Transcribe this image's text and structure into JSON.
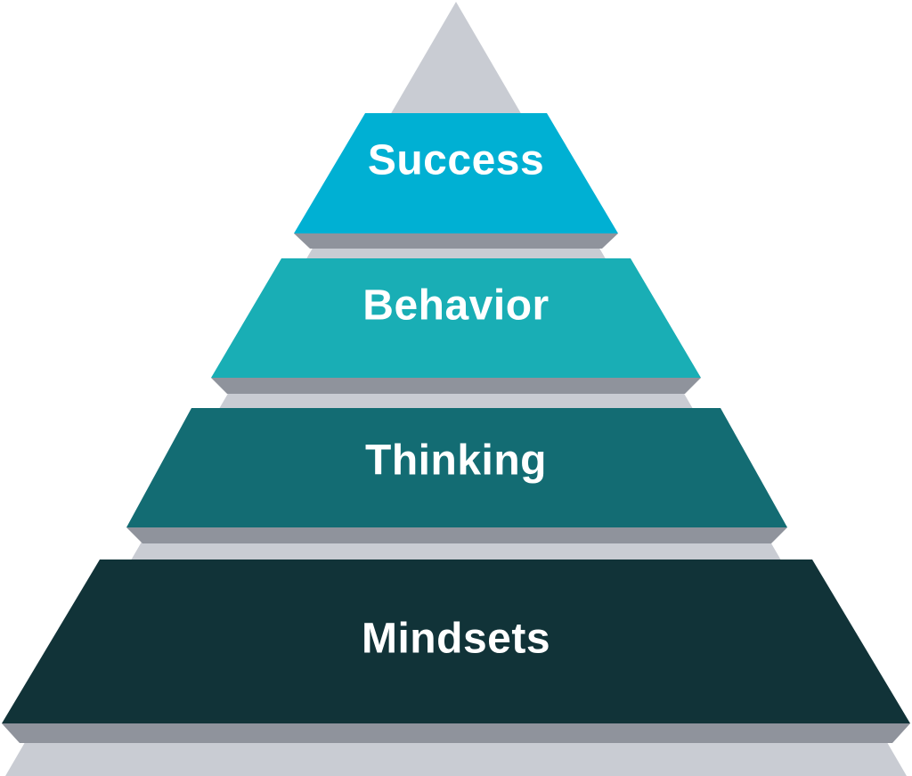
{
  "colors": {
    "background": "#ffffff",
    "pyramid_base": "#c9ccd3",
    "shadow": "#8f939c",
    "text": "#ffffff"
  },
  "tiers": [
    {
      "label": "Success",
      "color": "#00b0d3"
    },
    {
      "label": "Behavior",
      "color": "#19aeb5"
    },
    {
      "label": "Thinking",
      "color": "#136c73"
    },
    {
      "label": "Mindsets",
      "color": "#113338"
    }
  ]
}
